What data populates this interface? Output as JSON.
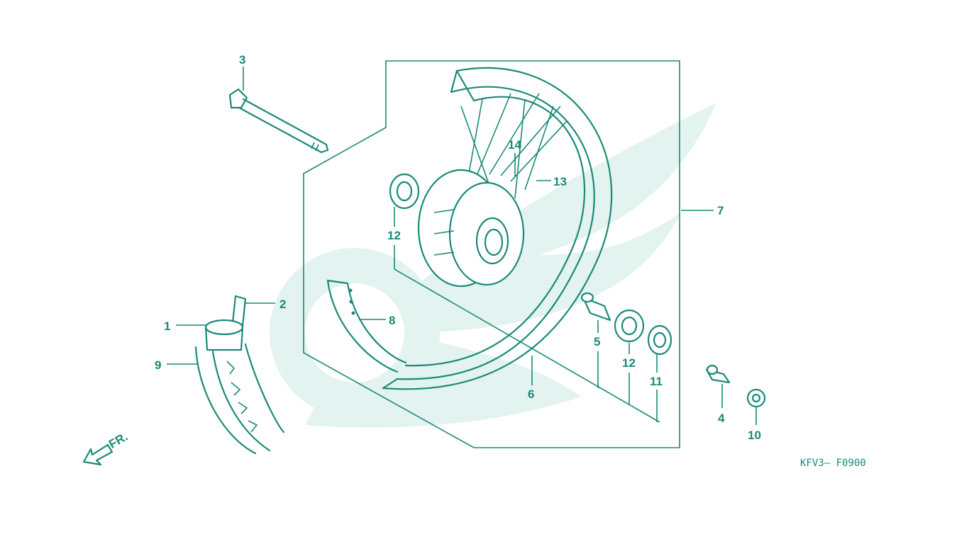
{
  "diagram_code": "KFV3— F0900",
  "direction_label": "FR.",
  "callouts": [
    "1",
    "2",
    "3",
    "4",
    "5",
    "6",
    "7",
    "8",
    "9",
    "10",
    "11",
    "12",
    "12",
    "13",
    "14"
  ]
}
